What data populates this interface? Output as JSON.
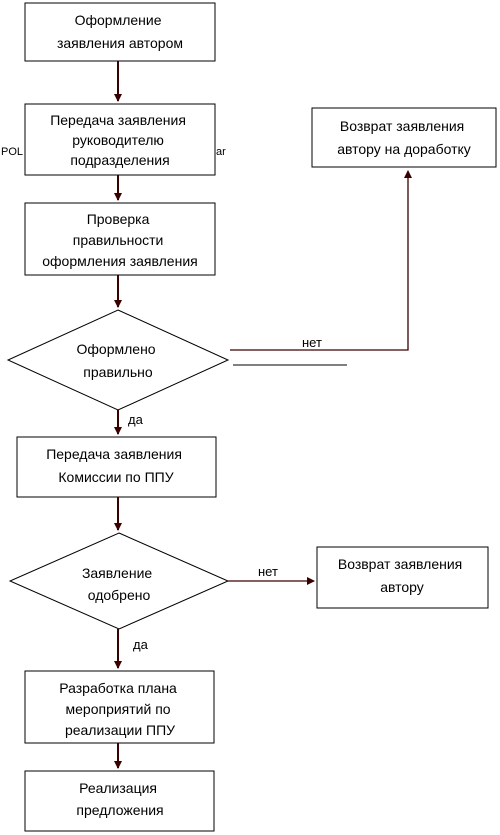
{
  "nodes": {
    "author_form": {
      "lines": [
        "Оформление",
        "заявления автором"
      ]
    },
    "transfer_head": {
      "lines": [
        "Передача заявления",
        "руководителю",
        "подразделения"
      ]
    },
    "check_form": {
      "lines": [
        "Проверка",
        "правильности",
        "оформления заявления"
      ]
    },
    "decision_correct": {
      "lines": [
        "Оформлено",
        "правильно"
      ]
    },
    "return_revision": {
      "lines": [
        "Возврат заявления",
        "автору на доработку"
      ]
    },
    "transfer_commission": {
      "lines": [
        "Передача заявления",
        "Комиссии по ППУ"
      ]
    },
    "decision_approved": {
      "lines": [
        "Заявление",
        "одобрено"
      ]
    },
    "return_author": {
      "lines": [
        "Возврат заявления",
        "автору"
      ]
    },
    "plan": {
      "lines": [
        "Разработка плана",
        "мероприятий по",
        "реализации ППУ"
      ]
    },
    "implementation": {
      "lines": [
        "Реализация",
        "предложения"
      ]
    }
  },
  "edge_labels": {
    "no_1": "нет",
    "yes_1": "да",
    "no_2": "нет",
    "yes_2": "да"
  },
  "artifacts": {
    "left_fragment": "POL",
    "right_fragment": "ar"
  },
  "colors": {
    "arrow": "#3a0000",
    "box_stroke": "#000000",
    "background": "#ffffff"
  }
}
